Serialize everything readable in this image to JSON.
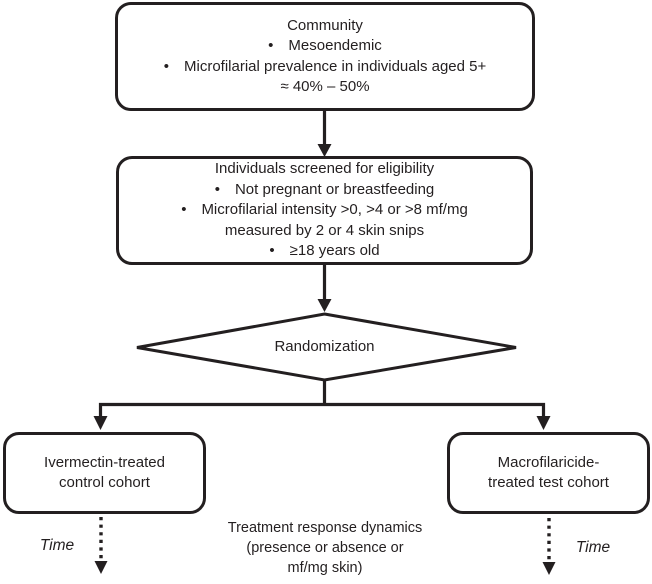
{
  "colors": {
    "ink": "#231f20",
    "bg": "#ffffff"
  },
  "nodes": {
    "community": {
      "lines": [
        "Community",
        "• Mesoendemic",
        "• Microfilarial prevalence in individuals aged 5+",
        "≈ 40% – 50%"
      ]
    },
    "screening": {
      "lines": [
        "Individuals screened for eligibility",
        "• Not pregnant or breastfeeding",
        "• Microfilarial intensity >0, >4 or >8 mf/mg",
        "measured by 2 or 4 skin snips",
        "• ≥18 years old"
      ]
    },
    "randomization": {
      "label": "Randomization"
    },
    "control_cohort": {
      "lines": [
        "Ivermectin-treated",
        "control cohort"
      ]
    },
    "test_cohort": {
      "lines": [
        "Macrofilaricide-",
        "treated test cohort"
      ]
    }
  },
  "annotations": {
    "time_left": "Time",
    "time_right": "Time",
    "outcome": {
      "lines": [
        "Treatment response dynamics",
        "(presence or absence or",
        "mf/mg skin)"
      ]
    }
  }
}
